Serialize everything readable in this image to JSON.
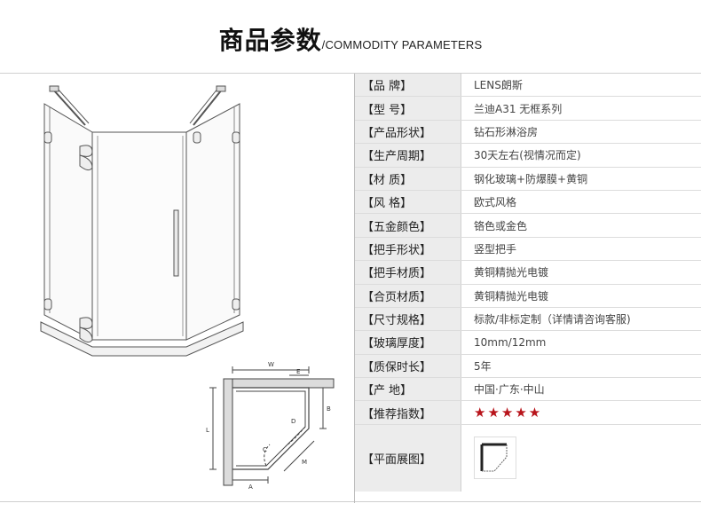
{
  "header": {
    "title_cn": "商品参数",
    "title_en": "/COMMODITY PARAMETERS"
  },
  "params": [
    {
      "label": "【品      牌】",
      "value": "LENS朗斯"
    },
    {
      "label": "【型      号】",
      "value": "兰迪A31  无框系列"
    },
    {
      "label": "【产品形状】",
      "value": "钻石形淋浴房"
    },
    {
      "label": "【生产周期】",
      "value": "30天左右(视情况而定)"
    },
    {
      "label": "【材      质】",
      "value": "钢化玻璃+防爆膜+黄铜"
    },
    {
      "label": "【风      格】",
      "value": "欧式风格"
    },
    {
      "label": "【五金颜色】",
      "value": "铬色或金色"
    },
    {
      "label": "【把手形状】",
      "value": "竖型把手"
    },
    {
      "label": "【把手材质】",
      "value": "黄铜精抛光电镀"
    },
    {
      "label": "【合页材质】",
      "value": "黄铜精抛光电镀"
    },
    {
      "label": "【尺寸规格】",
      "value": "标款/非标定制（详情请咨询客服)"
    },
    {
      "label": "【玻璃厚度】",
      "value": "10mm/12mm"
    },
    {
      "label": "【质保时长】",
      "value": "5年"
    },
    {
      "label": "【产      地】",
      "value": "中国·广东·中山"
    }
  ],
  "rating": {
    "label": "【推荐指数】",
    "stars": "★★★★★",
    "star_color": "#b8141b",
    "value": 5,
    "max": 5
  },
  "plan": {
    "label": "【平面展图】"
  },
  "dimension_labels": {
    "w": "W",
    "e": "E",
    "b": "B",
    "l": "L",
    "d": "D",
    "c": "C",
    "m": "M",
    "a": "A"
  }
}
